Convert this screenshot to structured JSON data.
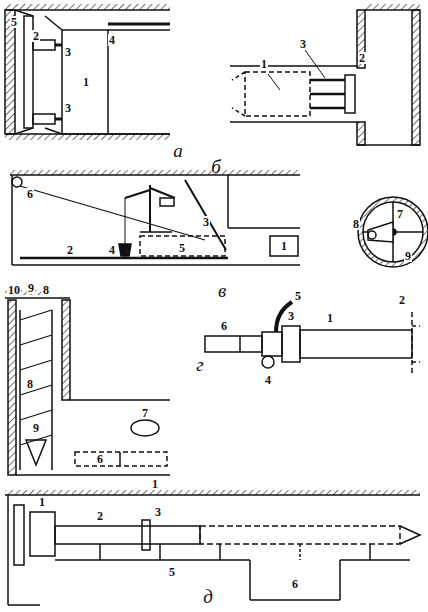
{
  "diagram": {
    "labels": [
      "5",
      "2",
      "3",
      "1",
      "3",
      "4",
      "3",
      "1",
      "2",
      "а",
      "б",
      "6",
      "5",
      "3",
      "2",
      "4",
      "1",
      "7",
      "8",
      "9",
      "в",
      "10",
      "9",
      "8",
      "8",
      "9",
      "7",
      "6",
      "1",
      "г",
      "5",
      "3",
      "1",
      "2",
      "6",
      "4",
      "д",
      "1",
      "2",
      "3",
      "5",
      "6"
    ]
  }
}
